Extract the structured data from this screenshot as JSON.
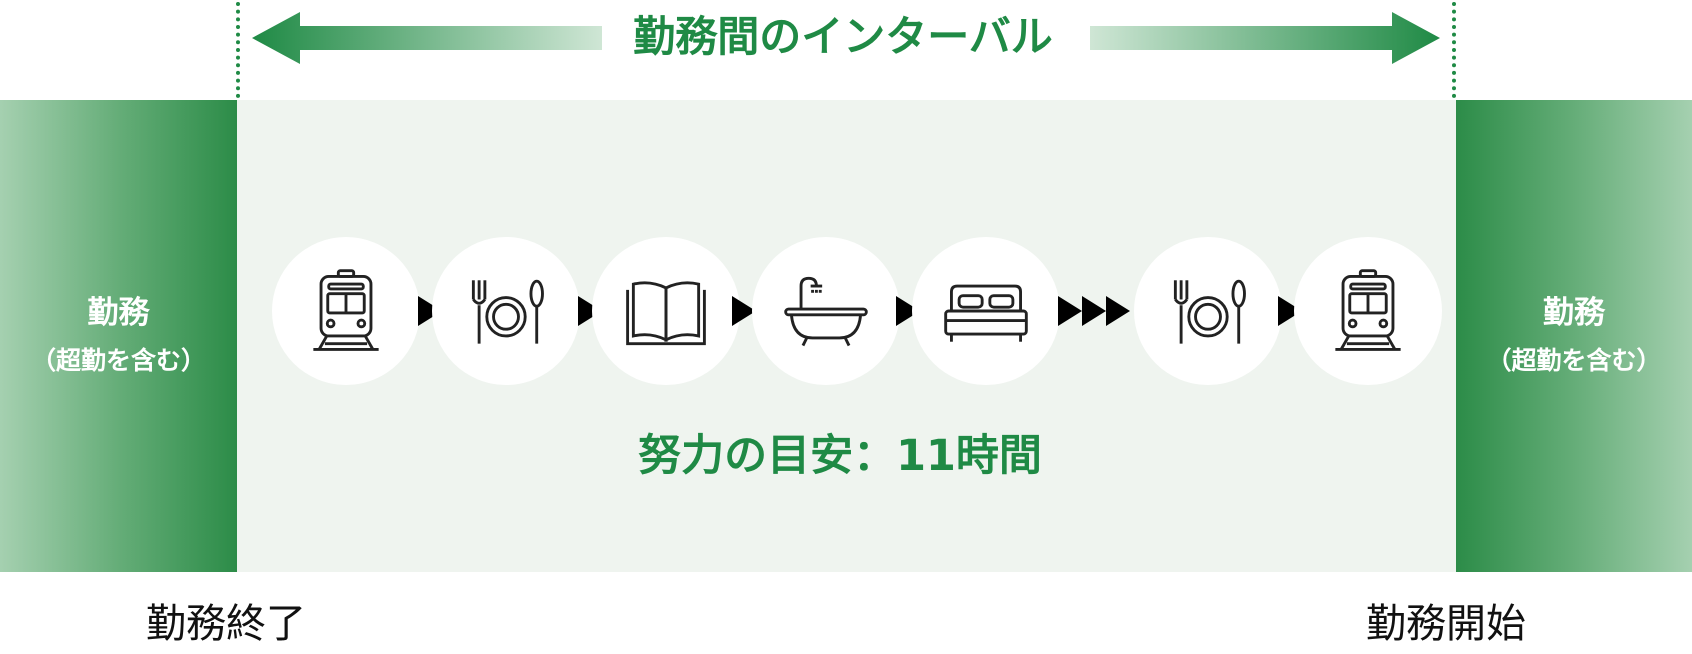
{
  "interval": {
    "title": "勤務間のインターバル"
  },
  "work_block": {
    "main": "勤務",
    "sub": "（超勤を含む）"
  },
  "sequence": {
    "icons": [
      "train-icon",
      "meal-icon",
      "book-icon",
      "bath-icon",
      "bed-icon",
      "meal-icon",
      "train-icon"
    ],
    "target": "努力の目安：11時間"
  },
  "labels": {
    "end": "勤務終了",
    "start": "勤務開始"
  },
  "colors": {
    "accent": "#1f8a45",
    "band": "#eff4ef",
    "work_dark": "#2c8c48",
    "work_light": "#a5d0b0"
  }
}
